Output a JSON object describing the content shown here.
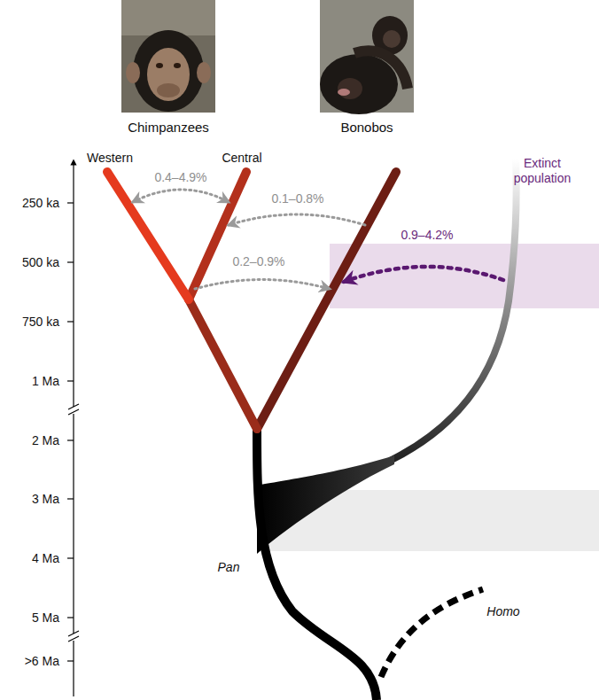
{
  "diagram": {
    "labels": [
      "Chimpanzees",
      "Bonobos",
      "Western",
      "Central",
      "Extinct population",
      "0.4–4.9%",
      "0.1–0.8%",
      "250 ka",
      "0.9–4.2%",
      "500 ka",
      "0.2–0.9%",
      "750 ka",
      "1 Ma",
      "2 Ma",
      "3 Ma",
      "4 Ma",
      "Pan",
      "5 Ma",
      "Homo",
      ">6 Ma"
    ]
  }
}
